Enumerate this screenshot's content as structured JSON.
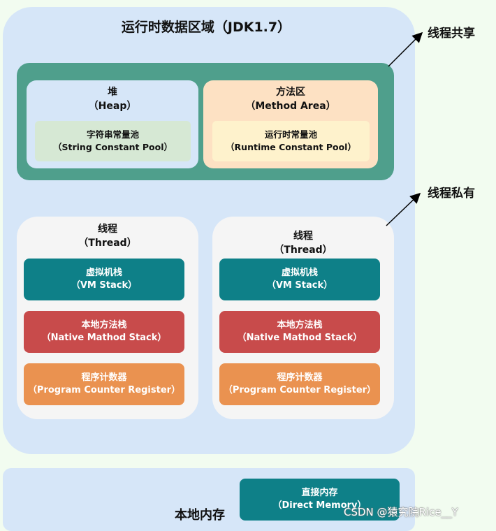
{
  "runtime_area": {
    "title": "运行时数据区域（JDK1.7）"
  },
  "heap": {
    "title_cn": "堆",
    "title_en": "（Heap）"
  },
  "string_pool": {
    "cn": "字符串常量池",
    "en": "（String Constant Pool）"
  },
  "method_area": {
    "title_cn": "方法区",
    "title_en": "（Method Area）"
  },
  "runtime_pool": {
    "cn": "运行时常量池",
    "en": "（Runtime Constant Pool）"
  },
  "threads": [
    {
      "title_cn": "线程",
      "title_en": "（Thread）",
      "vm_stack": {
        "cn": "虚拟机栈",
        "en": "（VM Stack）"
      },
      "native_stack": {
        "cn": "本地方法栈",
        "en": "（Native Mathod Stack）"
      },
      "pc_register": {
        "cn": "程序计数器",
        "en": "（Program Counter Register）"
      }
    },
    {
      "title_cn": "线程",
      "title_en": "（Thread）",
      "vm_stack": {
        "cn": "虚拟机栈",
        "en": "（VM Stack）"
      },
      "native_stack": {
        "cn": "本地方法栈",
        "en": "（Native Mathod Stack）"
      },
      "pc_register": {
        "cn": "程序计数器",
        "en": "（Program Counter Register）"
      }
    }
  ],
  "labels": {
    "thread_shared": "线程共享",
    "thread_private": "线程私有"
  },
  "native_memory": {
    "label": "本地内存"
  },
  "direct_memory": {
    "cn": "直接内存",
    "en": "（Direct Memory）"
  },
  "watermark": "CSDN @猿究院Rice__Y",
  "colors": {
    "vm_stack": "#0e8088",
    "native_stack": "#c84b4b",
    "pc_register": "#ea9250",
    "shared_area": "#4f9f8c"
  }
}
